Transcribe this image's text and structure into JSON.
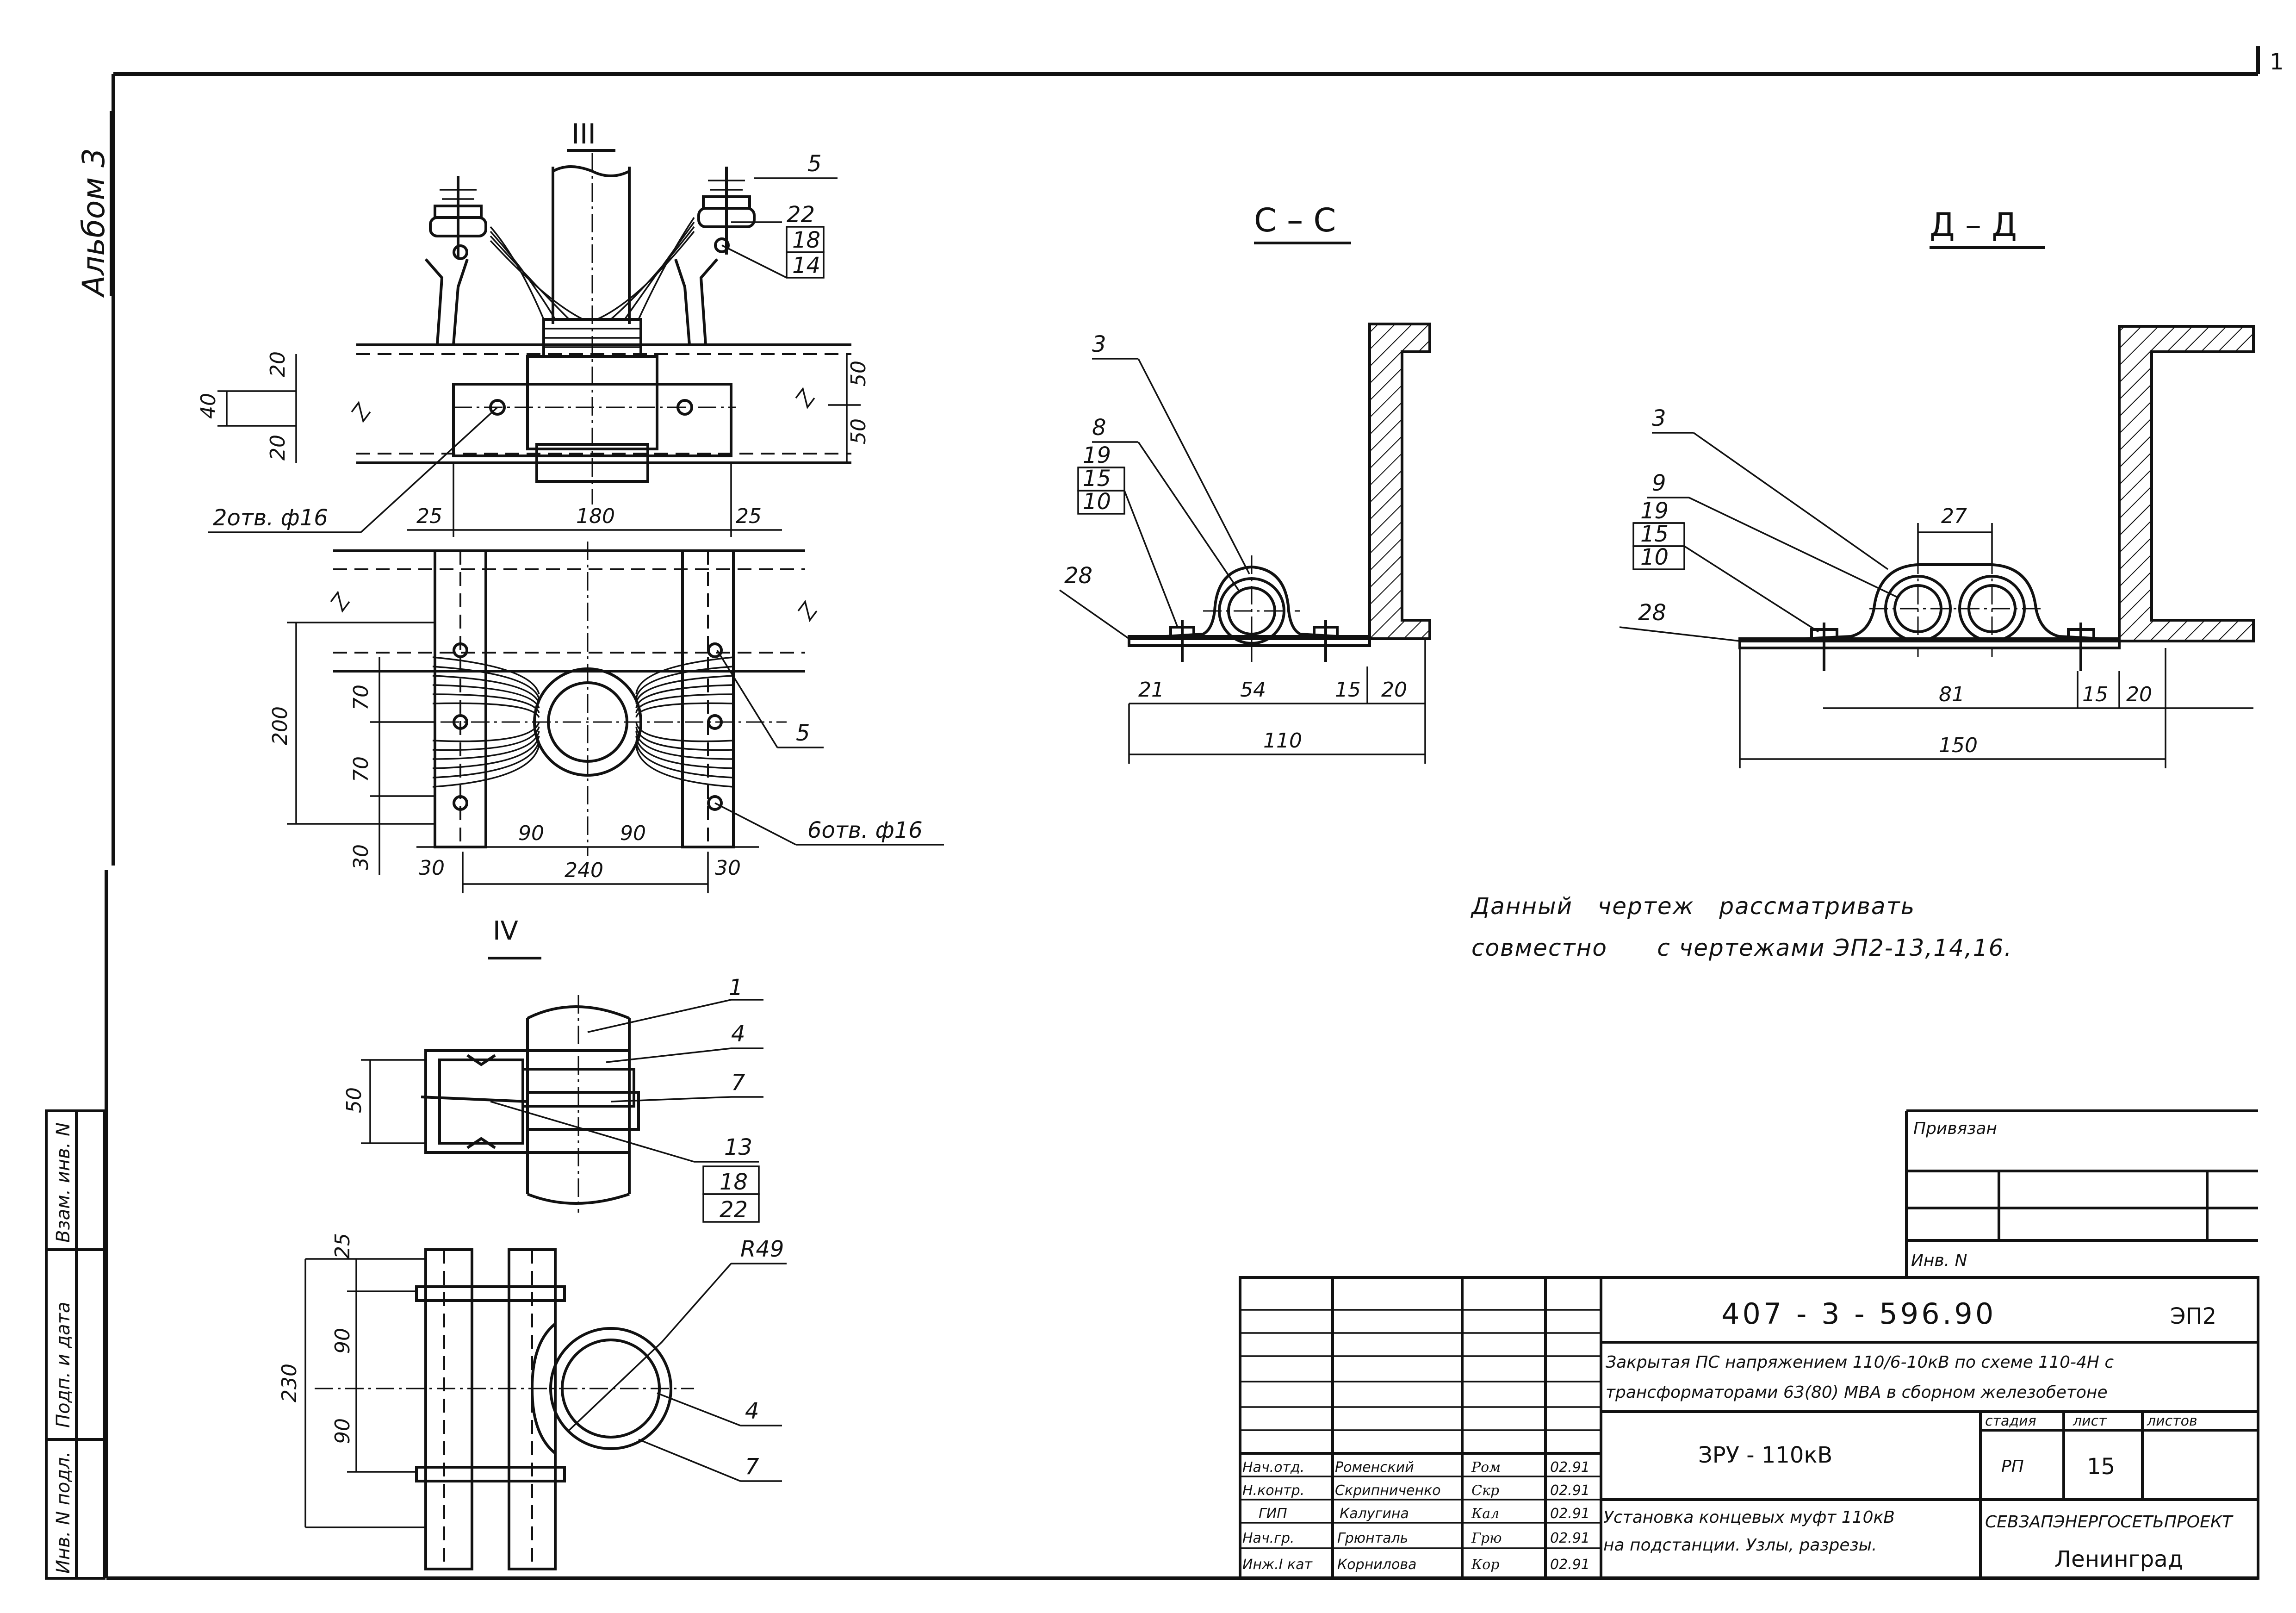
{
  "album_label": "Альбом 3",
  "sheet_corner": "1",
  "views": {
    "III": {
      "title": "III",
      "labels": {
        "p5": "5",
        "p22": "22",
        "p18": "18",
        "p14": "14",
        "s5": "5"
      },
      "dims": {
        "d20a": "20",
        "d40": "40",
        "d20b": "20",
        "d50a": "50",
        "d50b": "50",
        "d25a": "25",
        "d180": "180",
        "d25b": "25",
        "d200": "200",
        "d70a": "70",
        "d70b": "70",
        "d30a": "30",
        "d90a": "90",
        "d90b": "90",
        "d30b": "30",
        "d240": "240",
        "d30c": "30"
      },
      "holes_top": "2отв. ф16",
      "holes_bottom": "6отв. ф16"
    },
    "IV": {
      "title": "IV",
      "labels": {
        "p1": "1",
        "p4": "4",
        "p7": "7",
        "p13": "13",
        "p18": "18",
        "p22": "22",
        "q4": "4",
        "q7": "7",
        "r49": "R49"
      },
      "dims": {
        "d50": "50",
        "d25": "25",
        "d90a": "90",
        "d90b": "90",
        "d230": "230"
      }
    },
    "CC": {
      "title": "С – С",
      "labels": {
        "p3": "3",
        "p8": "8",
        "p19": "19",
        "p15": "15",
        "p10": "10",
        "p28": "28"
      },
      "dims": {
        "d21": "21",
        "d54": "54",
        "d15": "15",
        "d20": "20",
        "d110": "110"
      }
    },
    "DD": {
      "title": "Д – Д",
      "labels": {
        "p3": "3",
        "p9": "9",
        "p19": "19",
        "p15": "15",
        "p10": "10",
        "p28": "28"
      },
      "dims": {
        "d27": "27",
        "d81": "81",
        "d15": "15",
        "d20": "20",
        "d150": "150"
      }
    }
  },
  "note": {
    "line1": "Данный   чертеж   рассматривать",
    "line2": "совместно      с чертежами ЭП2-13,14,16."
  },
  "binding": {
    "title": "Привязан",
    "inv": "Инв. N"
  },
  "side_stamp": {
    "f1": "Взам. инв. N",
    "f2": "Подп. и дата",
    "f3": "Инв. N подл."
  },
  "title_block": {
    "doc_number": "407 - 3 - 596.90",
    "doc_code": "ЭП2",
    "project_line1": "Закрытая ПС напряжением 110/6-10кВ по схеме 110-4Н с",
    "project_line2": "трансформаторами 63(80) МВА в сборном железобетоне",
    "building": "ЗРУ - 110кВ",
    "stage_h": "стадия",
    "sheet_h": "лист",
    "sheets_h": "листов",
    "stage": "РП",
    "sheet": "15",
    "sheets": "",
    "drawing_line1": "Установка концевых муфт 110кВ",
    "drawing_line2": "на подстанции. Узлы, разрезы.",
    "org_line1": "СЕВЗАПЭНЕРГОСЕТЬПРОЕКТ",
    "org_line2": "Ленинград",
    "people": [
      {
        "role": "Нач.отд.",
        "name": "Роменский",
        "sign": "Ром",
        "date": "02.91"
      },
      {
        "role": "Н.контр.",
        "name": "Скрипниченко",
        "sign": "Скр",
        "date": "02.91"
      },
      {
        "role": "ГИП",
        "name": "Калугина",
        "sign": "Кал",
        "date": "02.91"
      },
      {
        "role": "Нач.гр.",
        "name": "Грюнталь",
        "sign": "Грю",
        "date": "02.91"
      },
      {
        "role": "Инж.I кат",
        "name": "Корнилова",
        "sign": "Кор",
        "date": "02.91"
      }
    ]
  }
}
